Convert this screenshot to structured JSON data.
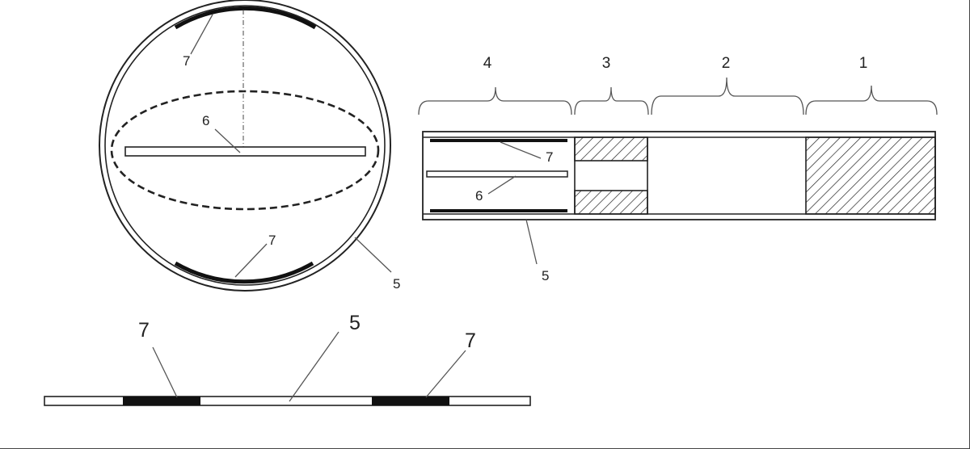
{
  "colors": {
    "line": "#222222",
    "band": "#111111",
    "paper": "#ffffff"
  },
  "circle_view": {
    "strip_label": "6",
    "band_top_label": "7",
    "band_bottom_label": "7",
    "housing_label": "5"
  },
  "side_view": {
    "section_labels": [
      "4",
      "3",
      "2",
      "1"
    ],
    "band_label": "7",
    "strip_label": "6",
    "housing_label": "5"
  },
  "flat_view": {
    "band_left_label": "7",
    "sheet_label": "5",
    "band_right_label": "7"
  }
}
